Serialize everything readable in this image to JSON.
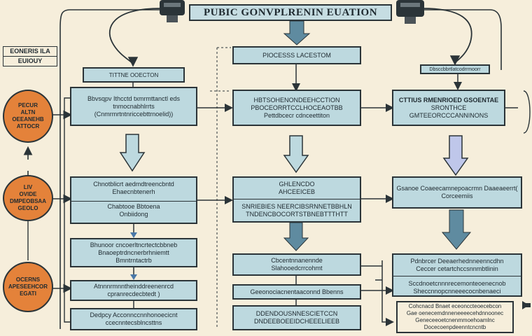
{
  "title": "PUBIC GONVPLRENIN EUATION",
  "top_left_label": [
    "EONERIS ILA",
    "EUIOUY"
  ],
  "circles": {
    "c1": [
      "PECUR",
      "ALTN",
      "OEEANEHB",
      "ATTOCR"
    ],
    "c2": [
      "LIV",
      "OVIDE",
      "DMPEOBSAA",
      "GEOLO"
    ],
    "c3": [
      "OCERNS",
      "APESEEHCOR",
      "EGATI"
    ]
  },
  "left_col": {
    "header": "TITTNE OOECTON",
    "box1": [
      "Bbvsqpv Ithcctd txmrmttanctl eds",
      "tnmocnabhlrrts",
      "(Cnmrmrtntnriccebttrnoelid))"
    ],
    "box2_top": [
      "Chnotblicrt aedmdtreencbntd",
      "Ehaecnbtenerh"
    ],
    "box2_bottom": [
      "Chabtooe Bbtoena",
      "Onbiidong"
    ],
    "box3": [
      "Bhunoor cncoerltncrtectcbbneb",
      "Bnaoeptrdncnerbrhniemtt",
      "Bmntrntactrb"
    ],
    "box4": [
      "Atnnnrmnntheinddreenenrcd",
      "cpranrecdecbtedt )"
    ],
    "box5": [
      "Dedpcy Acconnccnnhonoecicnt",
      "ccecnntecsblncsttns"
    ]
  },
  "center_col": {
    "header": "PIOCESSS LACESTOM",
    "box1": [
      "HBTSOHENONDEEHCCTION",
      "PBOCEORRTCCLHOCEAOTBB",
      "Pettdbcecr cdnceettiton"
    ],
    "box2": [
      "GHLENCDO",
      "AHCEEICEB"
    ],
    "box2_bottom": [
      "SNRIEBIES NEERCIBSRNNETBBHLN",
      "TNDENCBOCORTSTBNEBTTTHTT"
    ],
    "box3": [
      "Cbcentnnanennde",
      "Slahooedcrrcohmt"
    ],
    "box4": "Geeonociacnentaaconnd Bbenns",
    "box5": [
      "DDENDOUSNNESCIETCCN",
      "DNDEEBOEEIDCHEEELIEEB"
    ]
  },
  "right_col": {
    "header": "Dbsccbbrtlatcodrrmoorr",
    "box1": [
      "CTTIUS RMENRIOED GSOENTAE",
      "SRONTHCE",
      "GMTEEORCCCANNINONS"
    ],
    "box2": [
      "Gsanoe Coaeecamnepoacrmn Daaeaeerrt(",
      "Corceemiis"
    ],
    "box3_top": [
      "Pdnbrcer Deeaerhednneenncdhn",
      "Ceccer cetartchccsnnmbtlinin"
    ],
    "box3_bottom": [
      "Sccdnoetcnnnrecemonteoenecnob",
      "Sheccnnopcnneeecocnbenaeci"
    ],
    "box4": [
      "Cohcnacd Bnaet eceonccteoecebcon",
      "Gae oenecemdnneneeeecehdnnoonec",
      "Geneceeoetcnenmmoehoamlnc",
      "Docecoenpdeenntcncntb"
    ]
  }
}
